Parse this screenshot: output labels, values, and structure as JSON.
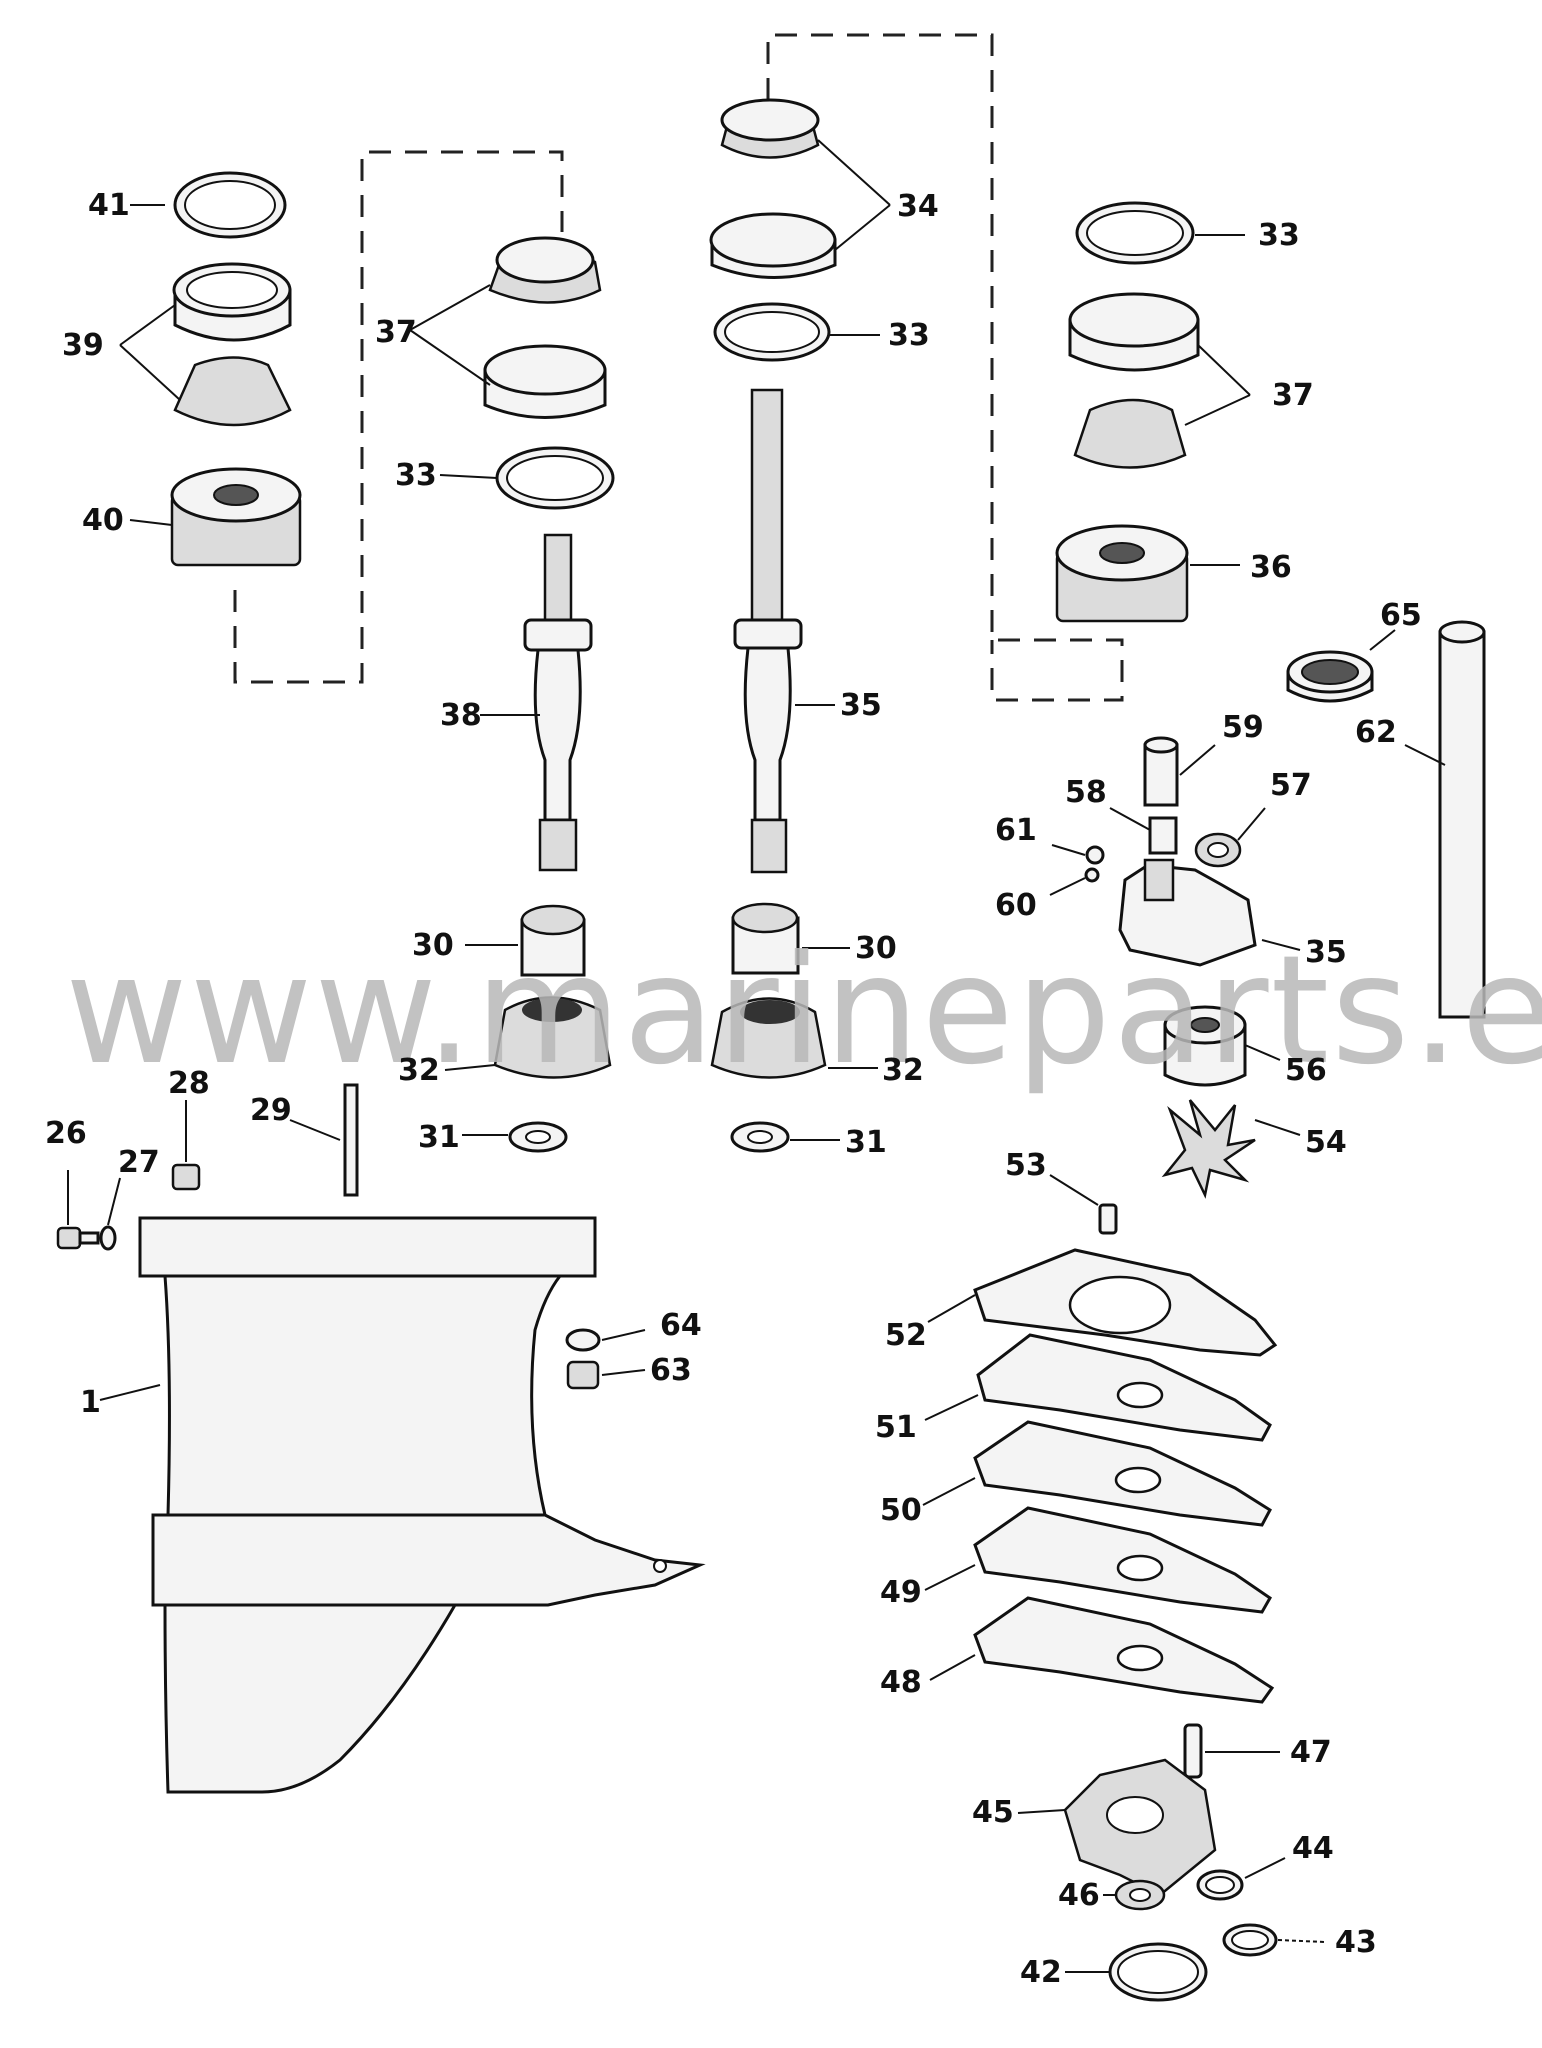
{
  "watermark": "www.marineparts.eu",
  "labels": {
    "l1": "1",
    "l26": "26",
    "l27": "27",
    "l28": "28",
    "l29": "29",
    "l30a": "30",
    "l30b": "30",
    "l31a": "31",
    "l31b": "31",
    "l32a": "32",
    "l32b": "32",
    "l33a": "33",
    "l33b": "33",
    "l33c": "33",
    "l34": "34",
    "l35": "35",
    "l35b": "35",
    "l36": "36",
    "l37a": "37",
    "l37b": "37",
    "l38": "38",
    "l39": "39",
    "l40": "40",
    "l41": "41",
    "l42": "42",
    "l43": "43",
    "l44": "44",
    "l45": "45",
    "l46": "46",
    "l47": "47",
    "l48": "48",
    "l49": "49",
    "l50": "50",
    "l51": "51",
    "l52": "52",
    "l53": "53",
    "l54": "54",
    "l56": "56",
    "l57": "57",
    "l58": "58",
    "l59": "59",
    "l60": "60",
    "l61": "61",
    "l62": "62",
    "l63": "63",
    "l64": "64",
    "l65": "65"
  }
}
